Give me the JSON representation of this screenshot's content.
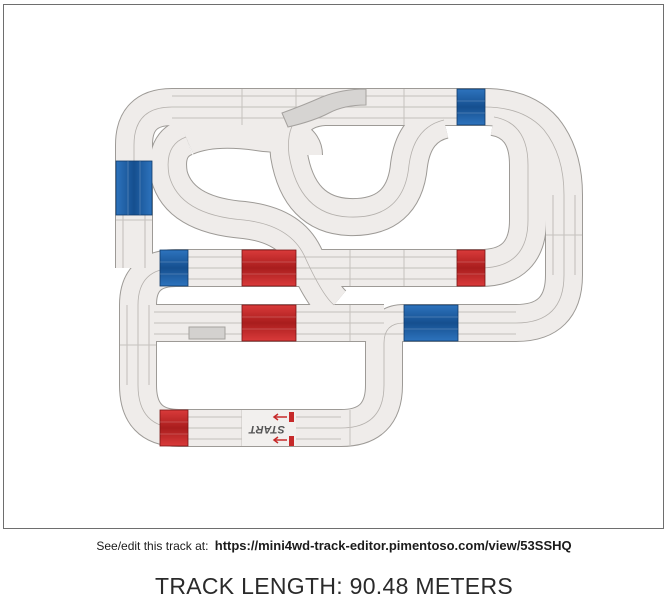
{
  "footer": {
    "link_prefix": "See/edit this track at:",
    "link_url": "https://mini4wd-track-editor.pimentoso.com/view/53SSHQ",
    "length_label": "TRACK LENGTH: 90.48 METERS"
  },
  "track": {
    "start_label": "START",
    "colors": {
      "track": "#efecea",
      "outline": "#9d9a96",
      "lane": "#aaa6a2",
      "blue_section": "#1f5fa4",
      "red_section": "#c62a2a",
      "ramp": "#d3d1cf"
    }
  }
}
